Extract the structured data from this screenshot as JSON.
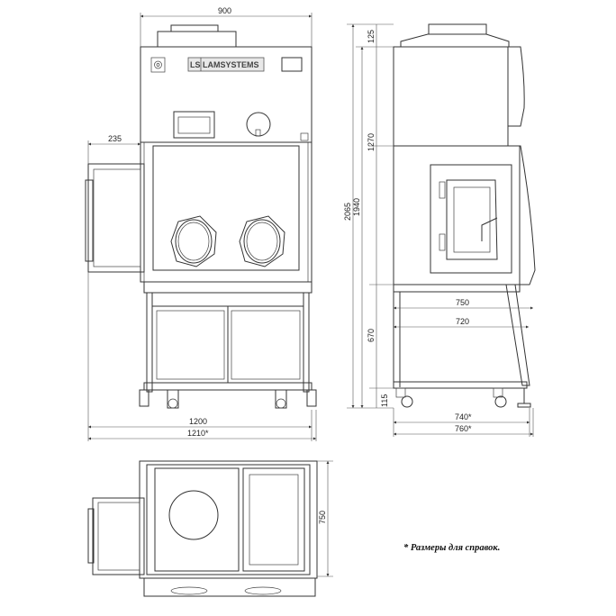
{
  "front_view": {
    "logo_prefix": "LS",
    "logo_text": "LAMSYSTEMS",
    "dims": {
      "width_top": "900",
      "side_box": "235",
      "width_total": "1200",
      "width_total_ref": "1210*"
    }
  },
  "side_view": {
    "dims": {
      "cap": "125",
      "upper": "1270",
      "total": "2065",
      "body": "1940",
      "stand": "670",
      "wheels": "115",
      "depth_outer": "750",
      "depth_inner": "720",
      "base": "740*",
      "base_total": "760*"
    }
  },
  "plan_view": {
    "dims": {
      "depth": "750"
    }
  },
  "note": "* Размеры для справок."
}
